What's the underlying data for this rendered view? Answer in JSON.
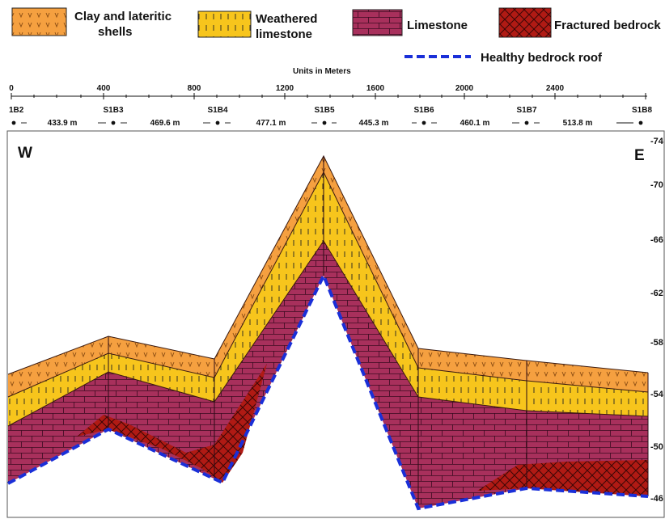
{
  "legend": {
    "clay": "Clay and lateritic",
    "clay_line2": "shells",
    "weathered": "Weathered",
    "weathered_line2": "limestone",
    "limestone": "Limestone",
    "fractured": "Fractured bedrock",
    "bedrock_roof": "Healthy bedrock roof"
  },
  "scale": {
    "title": "Units in Meters",
    "ticks": [
      "0",
      "400",
      "800",
      "1200",
      "1600",
      "2000",
      "2400"
    ]
  },
  "boreholes": {
    "names": [
      "1B2",
      "S1B3",
      "S1B4",
      "S1B5",
      "S1B6",
      "S1B7",
      "S1B8"
    ],
    "spacings": [
      "433.9 m",
      "469.6 m",
      "477.1 m",
      "445.3 m",
      "460.1 m",
      "513.8 m"
    ]
  },
  "section": {
    "west": "W",
    "east": "E",
    "elevations": [
      "-74",
      "-70",
      "-66",
      "-62",
      "-58",
      "-54",
      "-50",
      "-46"
    ]
  },
  "colors": {
    "clay": "#f5a040",
    "weathered": "#f7c51c",
    "limestone": "#a8305c",
    "fractured": "#b01a14",
    "bedrock_roof": "#1a2fd8"
  }
}
